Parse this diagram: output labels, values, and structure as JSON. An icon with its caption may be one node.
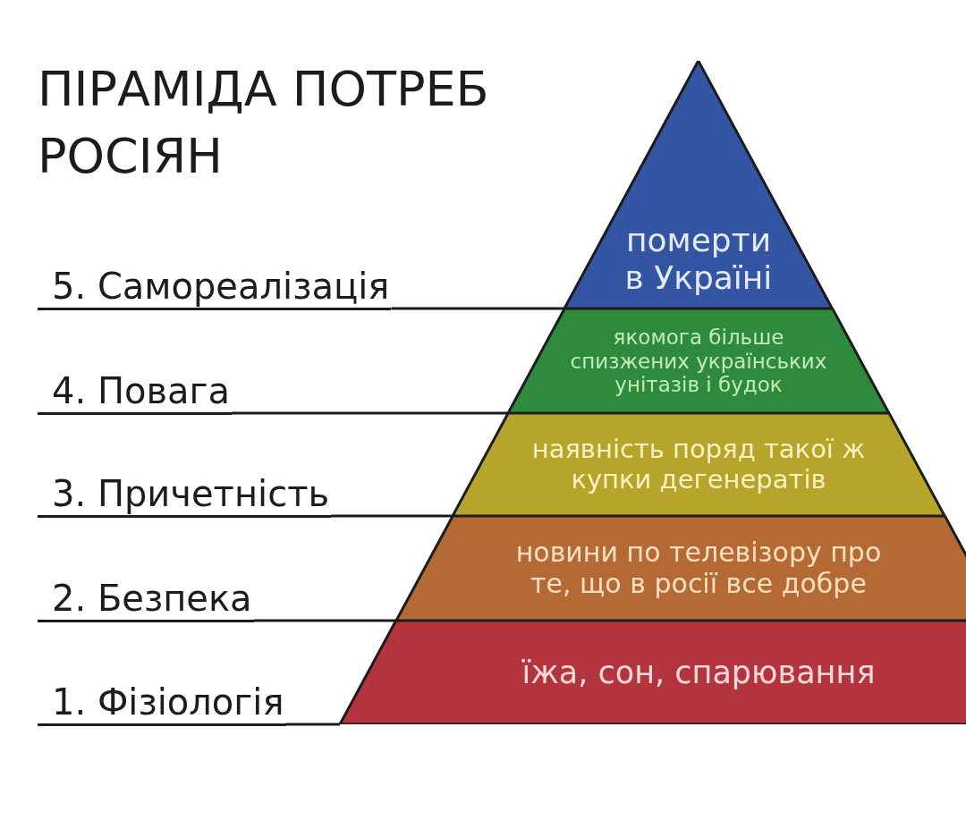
{
  "diagram": {
    "title": "ПІРАМІДА ПОТРЕБ РОСІЯН",
    "nodes": [
      {
        "text": [
          "5. Самореалізація"
        ]
      },
      {
        "text": [
          "померти в Україні"
        ]
      },
      {
        "text": [
          "4. Повага"
        ]
      },
      {
        "text": [
          "якомога більше спизжених українських унітазів і будок"
        ]
      },
      {
        "text": [
          "3. Причетність"
        ]
      },
      {
        "text": [
          "наявність поряд такої ж купки дегенератів"
        ]
      },
      {
        "text": [
          "2. Безпека"
        ]
      },
      {
        "text": [
          "новини по телевізору про те, що в росії все добре"
        ]
      },
      {
        "text": [
          "1. Фізіологія"
        ]
      },
      {
        "text": [
          "їжа, сон, спарювання"
        ]
      }
    ],
    "edges": [
      {
        "from": 0,
        "to": 1,
        "arrow": "none"
      },
      {
        "from": 2,
        "to": 3,
        "arrow": "none"
      },
      {
        "from": 4,
        "to": 5,
        "arrow": "none"
      },
      {
        "from": 6,
        "to": 7,
        "arrow": "none"
      },
      {
        "from": 8,
        "to": 9,
        "arrow": "none"
      }
    ]
  }
}
